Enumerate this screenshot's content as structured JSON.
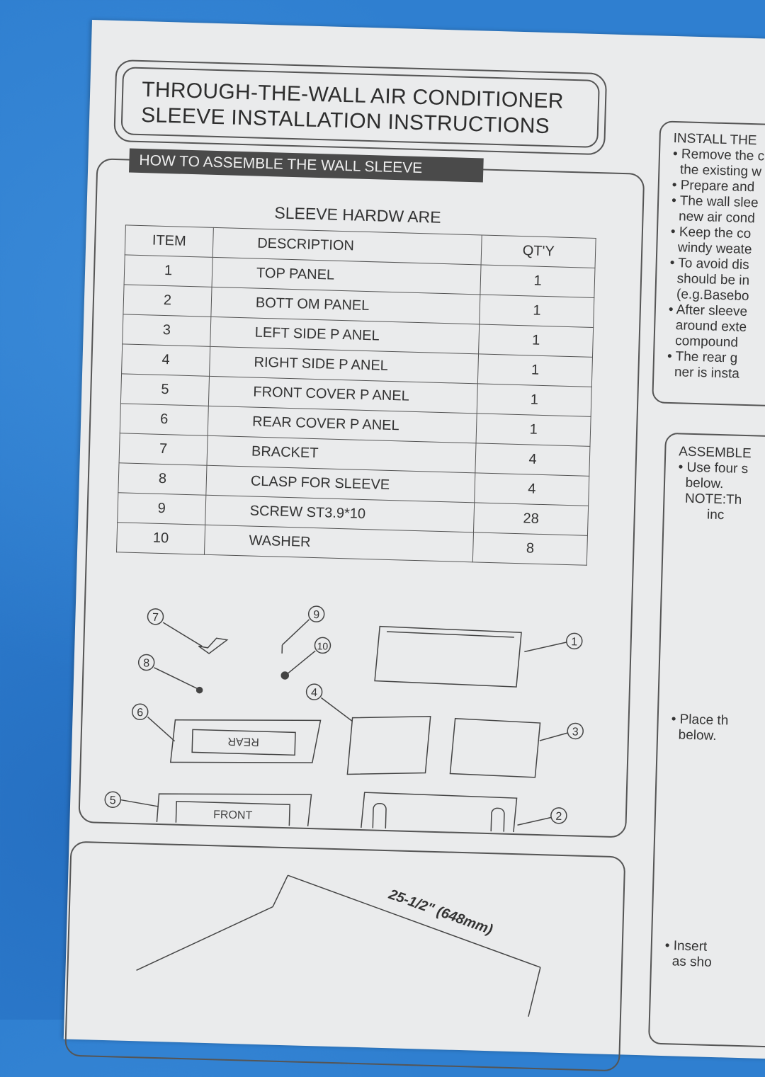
{
  "document": {
    "title_line1": "THROUGH-THE-WALL AIR CONDITIONER",
    "title_line2": "SLEEVE INSTALLATION INSTRUCTIONS",
    "section_header": "HOW TO ASSEMBLE THE  WALL SLEEVE",
    "table_title": "SLEEVE HARDW   ARE",
    "table": {
      "headers": [
        "ITEM",
        "DESCRIPTION",
        "QT'Y"
      ],
      "rows": [
        {
          "item": "1",
          "desc": "TOP PANEL",
          "qty": "1"
        },
        {
          "item": "2",
          "desc": "BOTT OM PANEL",
          "qty": "1"
        },
        {
          "item": "3",
          "desc": "LEFT SIDE P   ANEL",
          "qty": "1"
        },
        {
          "item": "4",
          "desc": "RIGHT SIDE P   ANEL",
          "qty": "1"
        },
        {
          "item": "5",
          "desc": "FRONT COVER P    ANEL",
          "qty": "1"
        },
        {
          "item": "6",
          "desc": "REAR COVER P     ANEL",
          "qty": "1"
        },
        {
          "item": "7",
          "desc": "BRACKET",
          "qty": "4"
        },
        {
          "item": "8",
          "desc": "CLASP   FOR SLEEVE",
          "qty": "4"
        },
        {
          "item": "9",
          "desc": "SCREW ST3.9*10",
          "qty": "28"
        },
        {
          "item": "10",
          "desc": "WASHER",
          "qty": "8"
        }
      ]
    },
    "diagram_labels": {
      "rear": "REAR",
      "front": "FRONT",
      "callouts": [
        "7",
        "9",
        "10",
        "8",
        "4",
        "6",
        "1",
        "3",
        "5",
        "2"
      ]
    },
    "dimension": "25-1/2\" (648mm)",
    "side_panel": {
      "box1": "INSTALL THE\n• Remove the c\n  the existing w\n• Prepare and\n• The wall slee\n  new air cond\n• Keep the co\n  windy weate\n• To avoid dis\n  should be in\n  (e.g.Basebo\n• After sleeve\n  around exte\n  compound\n• The rear g\n  ner is insta",
      "box2_top": "ASSEMBLE\n• Use four s\n  below.\n  NOTE:Th\n        inc",
      "box2_mid": "• Place th\n  below.",
      "box2_bottom": "• Insert\n  as sho"
    }
  }
}
